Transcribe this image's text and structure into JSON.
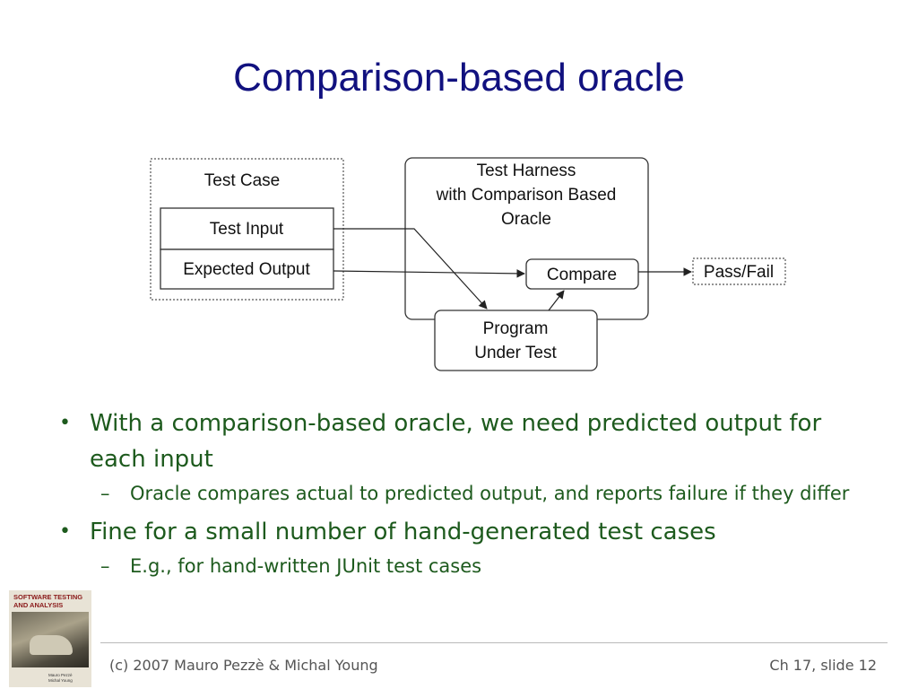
{
  "slide": {
    "title": "Comparison-based oracle"
  },
  "diagram": {
    "test_case_label": "Test Case",
    "test_input_label": "Test Input",
    "expected_output_label": "Expected Output",
    "harness_line1": "Test Harness",
    "harness_line2": "with Comparison Based",
    "harness_line3": "Oracle",
    "compare_label": "Compare",
    "pass_fail_label": "Pass/Fail",
    "program_line1": "Program",
    "program_line2": "Under Test"
  },
  "bullets": [
    {
      "text": "With a comparison-based oracle, we need predicted output for each input",
      "sub": [
        "Oracle compares actual to predicted output, and reports failure if they differ"
      ]
    },
    {
      "text": "Fine for a small number of hand-generated test cases",
      "sub": [
        "E.g., for hand-written JUnit test cases"
      ]
    }
  ],
  "bullet_symbol": "•",
  "sub_symbol": "–",
  "footer": {
    "left": "(c) 2007 Mauro Pezzè & Michal Young",
    "right": "Ch 17, slide 12"
  },
  "book_cover": {
    "title_line1": "SOFTWARE TESTING",
    "title_line2": "AND ANALYSIS",
    "author_line1": "Mauro Pezzè",
    "author_line2": "Michal Young"
  },
  "colors": {
    "title": "#11117f",
    "bullet_text": "#1d5a1d",
    "footer_text": "#555555"
  }
}
